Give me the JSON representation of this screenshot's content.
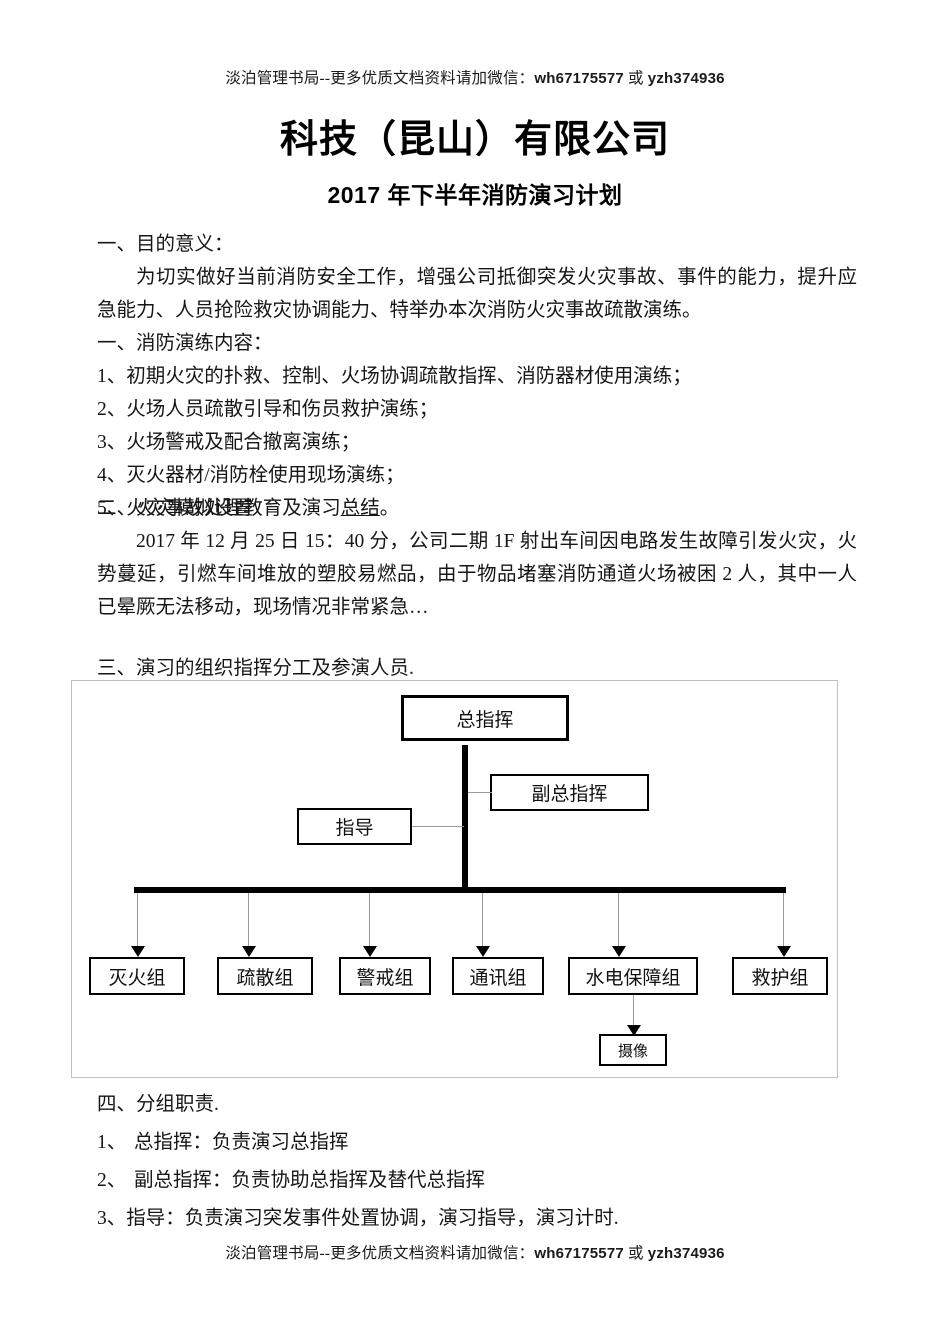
{
  "watermark": {
    "text_cn": "淡泊管理书局--更多优质文档资料请加微信：",
    "wechat_1": "wh67175577",
    "conjunction": " 或 ",
    "wechat_2": "yzh374936"
  },
  "title": {
    "main": "科技（昆山）有限公司",
    "sub": "2017 年下半年消防演习计划"
  },
  "sections": {
    "purpose": {
      "heading": "一、目的意义：",
      "paragraph": "为切实做好当前消防安全工作，增强公司抵御突发火灾事故、事件的能力，提升应急能力、人员抢险救灾协调能力、特举办本次消防火灾事故疏散演练。"
    },
    "content": {
      "heading": "一、消防演练内容：",
      "items": [
        "1、初期火灾的扑救、控制、火场协调疏散指挥、消防器材使用演练；",
        "2、火场人员疏散引导和伤员救护演练；",
        "3、火场警戒及配合撤离演练；",
        "4、灭火器材/消防栓使用现场演练；"
      ],
      "item5_prefix": "5、火灾事故处理教育及演习",
      "item5_underlined": "总结",
      "item5_suffix": "。"
    },
    "scenario": {
      "heading": "二、火灾模拟设置",
      "paragraph": "2017 年 12 月 25 日 15：40 分，公司二期 1F 射出车间因电路发生故障引发火灾，火势蔓延，引燃车间堆放的塑胶易燃品，由于物品堵塞消防通道火场被困 2 人，其中一人已晕厥无法移动，现场情况非常紧急…"
    },
    "org": {
      "heading": "三、演习的组织指挥分工及参演人员."
    },
    "duties": {
      "heading": "四、分组职责.",
      "items": [
        {
          "num": "1、",
          "text": "总指挥：负责演习总指挥"
        },
        {
          "num": "2、",
          "text": "副总指挥：负责协助总指挥及替代总指挥"
        },
        {
          "num": "3、",
          "text": "指导：负责演习突发事件处置协调，演习指导，演习计时."
        }
      ]
    }
  },
  "org_chart": {
    "commander": "总指挥",
    "deputy_commander": "副总指挥",
    "advisor": "指导",
    "groups": [
      "灭火组",
      "疏散组",
      "警戒组",
      "通讯组",
      "水电保障组",
      "救护组"
    ],
    "subgroup": "摄像"
  }
}
